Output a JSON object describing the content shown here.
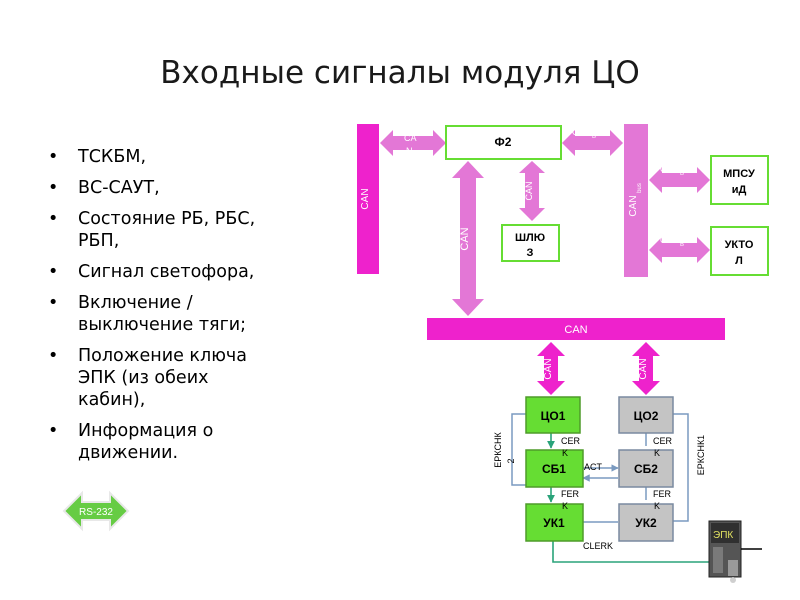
{
  "title": "Входные сигналы модуля ЦО",
  "bullets": [
    "ТСКБМ,",
    "ВС-САУТ,",
    "Состояние РБ, РБС, РБП,",
    "Сигнал светофора,",
    "Включение / выключение тяги;",
    "Положение ключа ЭПК (из обеих кабин),",
    "Информация о движении."
  ],
  "rs_label": "RS-232",
  "colors": {
    "bus": "#ee22cc",
    "bus_light": "#e377d6",
    "bus_edge": "#c018a8",
    "module_green": "#66dd33",
    "module_green_edge": "#4f9c2a",
    "module_gray": "#c4c4c4",
    "module_gray_edge": "#7a8aa0",
    "line_blue": "#7a9ac0",
    "line_teal": "#2aa37a",
    "arrow_green": "#66cc66"
  },
  "diagram": {
    "can_left": "CAN",
    "can_bus_label": "CAN",
    "can_bus_sub": "bus",
    "can_vertical": "CAN",
    "can_horizontal": "CAN",
    "can_short_main": "CAN",
    "can_short_sub": "B",
    "can_f2_left_main": "CA",
    "can_f2_left_sub": "N",
    "can_sb1": "CAN",
    "can_sb2": "CAN",
    "f2": "Ф2",
    "shlyuz_line1": "ШЛЮ",
    "shlyuz_line2": "З",
    "mpsu_line1": "МПСУ",
    "mpsu_line2": "иД",
    "uktol_line1": "УКТО",
    "uktol_line2": "Л",
    "co1": "ЦО1",
    "co2": "ЦО2",
    "sb1": "СБ1",
    "sb2": "СБ2",
    "uk1": "УК1",
    "uk2": "УК2",
    "cer1_main": "CER",
    "cer1_sub": "K",
    "cer2_main": "CER",
    "cer2_sub": "K",
    "fer1_main": "FER",
    "fer1_sub": "K",
    "fer2_main": "FER",
    "fer2_sub": "K",
    "act": "ACT",
    "clerk": "CLERK",
    "erkchk2_main": "ЕРКСНК",
    "erkchk2_sub": "2",
    "erkchk1": "ЕРКСНК1",
    "epk": "ЭПК"
  }
}
